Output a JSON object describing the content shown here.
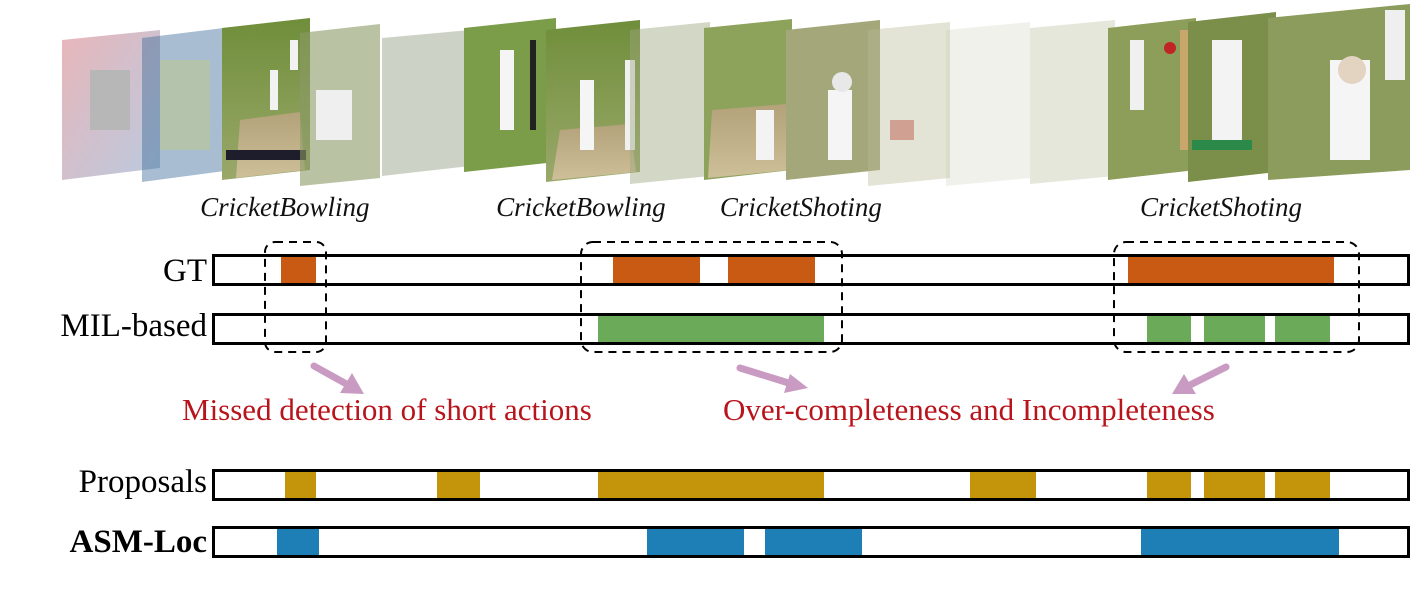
{
  "action_labels": [
    {
      "text": "CricketBowling",
      "center": 0.202
    },
    {
      "text": "CricketBowling",
      "center": 0.412
    },
    {
      "text": "CricketShoting",
      "center": 0.568
    },
    {
      "text": "CricketShoting",
      "center": 0.866
    }
  ],
  "rows": [
    {
      "label": "GT",
      "bold": false,
      "color": "#c85a14",
      "segments": [
        [
          0.055,
          0.085
        ],
        [
          0.334,
          0.407
        ],
        [
          0.43,
          0.503
        ],
        [
          0.766,
          0.939
        ]
      ]
    },
    {
      "label": "MIL-based",
      "bold": false,
      "color": "#6aaa58",
      "segments": [
        [
          0.321,
          0.511
        ],
        [
          0.782,
          0.819
        ],
        [
          0.83,
          0.881
        ],
        [
          0.889,
          0.935
        ]
      ]
    },
    {
      "label": "Proposals",
      "bold": false,
      "color": "#c4950a",
      "segments": [
        [
          0.059,
          0.085
        ],
        [
          0.186,
          0.222
        ],
        [
          0.321,
          0.511
        ],
        [
          0.633,
          0.689
        ],
        [
          0.782,
          0.819
        ],
        [
          0.83,
          0.881
        ],
        [
          0.889,
          0.935
        ]
      ]
    },
    {
      "label": "ASM-Loc",
      "bold": true,
      "color": "#1e7fb7",
      "segments": [
        [
          0.052,
          0.087
        ],
        [
          0.362,
          0.444
        ],
        [
          0.461,
          0.543
        ],
        [
          0.777,
          0.943
        ]
      ]
    }
  ],
  "annotations": [
    {
      "text": "Missed detection of short actions"
    },
    {
      "text": "Over-completeness and Incompleteness"
    }
  ],
  "colors": {
    "arrow": "#c99bc2",
    "annotation_text": "#b8141b"
  }
}
